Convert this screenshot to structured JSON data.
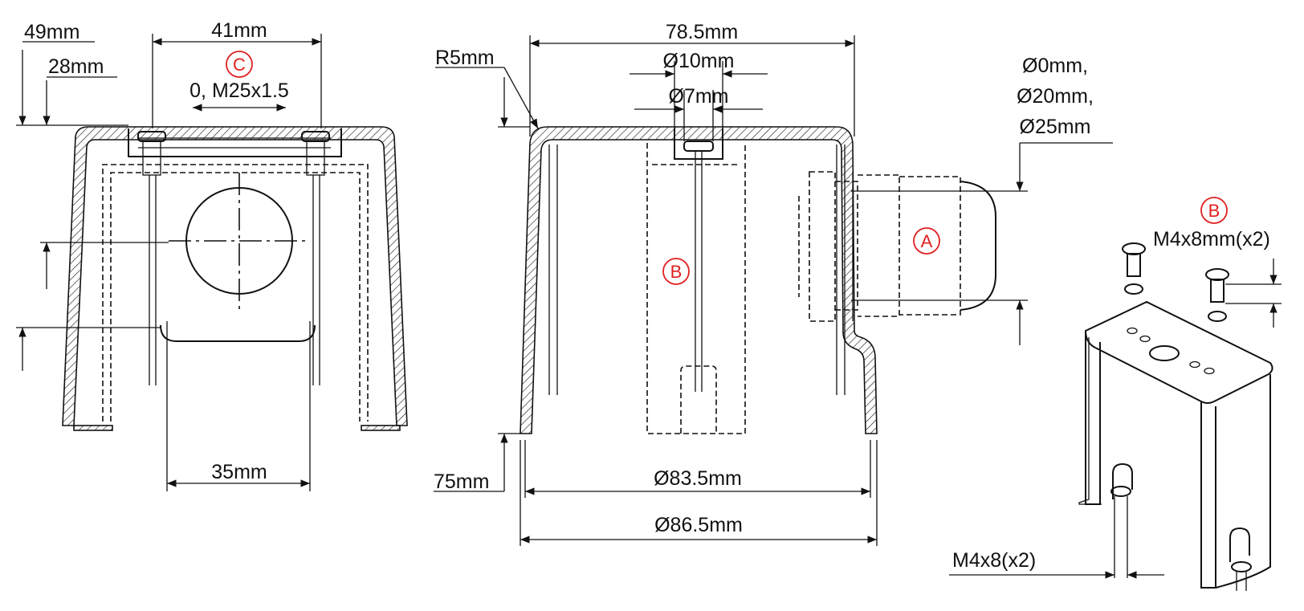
{
  "colors": {
    "line": "#111111",
    "callout": "#e02020",
    "background": "#ffffff"
  },
  "left_view": {
    "dim_49": "49mm",
    "dim_28": "28mm",
    "dim_41": "41mm",
    "callout_c": "C",
    "thread_label": "0, M25x1.5",
    "dim_35": "35mm"
  },
  "middle_view": {
    "dim_78_5": "78.5mm",
    "dim_r5": "R5mm",
    "dim_d10": "Ø10mm",
    "dim_d7": "Ø7mm",
    "callout_b": "B",
    "callout_a": "A",
    "dim_75": "75mm",
    "dim_d83_5": "Ø83.5mm",
    "dim_d86_5": "Ø86.5mm",
    "gland_line1": "Ø0mm,",
    "gland_line2": "Ø20mm,",
    "gland_line3": "Ø25mm"
  },
  "right_view": {
    "callout_b": "B",
    "screw_top": "M4x8mm(x2)",
    "screw_bottom": "M4x8(x2)"
  }
}
